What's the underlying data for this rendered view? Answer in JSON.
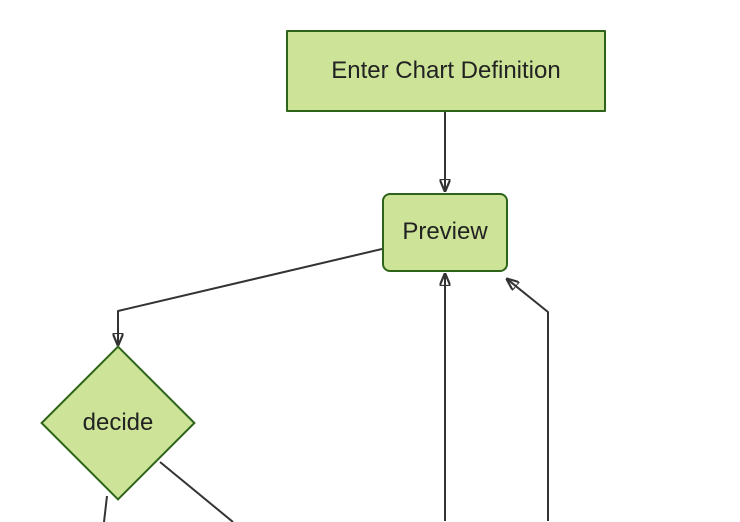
{
  "diagram": {
    "type": "flowchart",
    "direction": "top-down",
    "background_color": "#ffffff",
    "colors": {
      "node_fill": "#cde498",
      "node_border": "#2e6419",
      "edge_stroke": "#333333",
      "label_text": "#222222"
    },
    "nodes": [
      {
        "id": "enter-chart-definition",
        "label": "Enter Chart Definition",
        "shape": "rectangle"
      },
      {
        "id": "preview",
        "label": "Preview",
        "shape": "rounded-rectangle"
      },
      {
        "id": "decide",
        "label": "decide",
        "shape": "diamond"
      }
    ],
    "edges": [
      {
        "from": "enter-chart-definition",
        "to": "preview",
        "arrowhead": true
      },
      {
        "from": "preview",
        "to": "decide",
        "arrowhead": true
      },
      {
        "from": "offscreen-bottom-1",
        "to": "preview",
        "arrowhead": true
      },
      {
        "from": "offscreen-bottom-2",
        "to": "preview",
        "arrowhead": true
      },
      {
        "from": "decide",
        "to": "offscreen-bottom-left",
        "arrowhead": false
      },
      {
        "from": "decide",
        "to": "offscreen-bottom-right",
        "arrowhead": false
      }
    ]
  }
}
